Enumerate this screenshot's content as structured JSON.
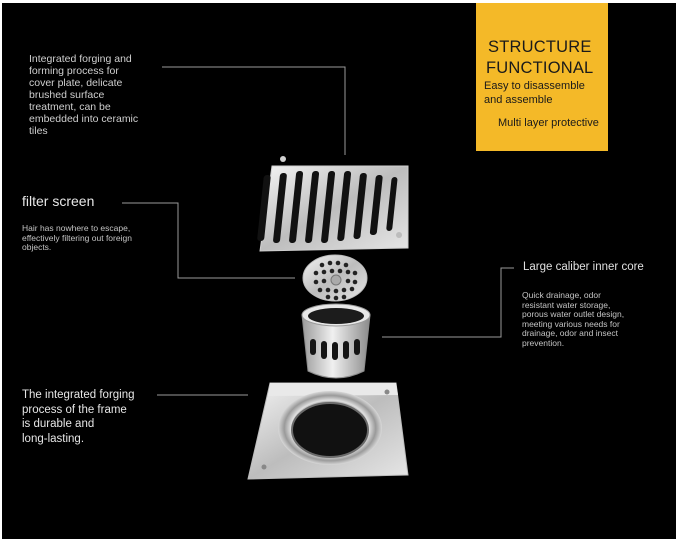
{
  "banner": {
    "title_line1": "STRUCTURE",
    "title_line2": "FUNCTIONAL",
    "line1": "Easy to disassemble",
    "line2": "and assemble",
    "line3": "Multi layer protective",
    "color": "#f4b928"
  },
  "cover_plate": {
    "lines": [
      "Integrated forging and",
      "forming process for",
      "cover plate, delicate",
      "brushed surface",
      "treatment, can be",
      "embedded into ceramic",
      "tiles"
    ]
  },
  "filter_screen": {
    "heading": "filter screen",
    "lines": [
      "Hair has nowhere to escape,",
      "effectively filtering out foreign",
      "objects."
    ]
  },
  "inner_core": {
    "heading": "Large caliber inner core",
    "lines": [
      "Quick drainage, odor",
      "resistant water storage,",
      "porous water outlet design,",
      "meeting various needs for",
      "drainage, odor and insect",
      "prevention."
    ]
  },
  "frame_text": {
    "lines": [
      "The integrated forging",
      "process of the frame",
      "is durable and",
      "long-lasting."
    ]
  }
}
